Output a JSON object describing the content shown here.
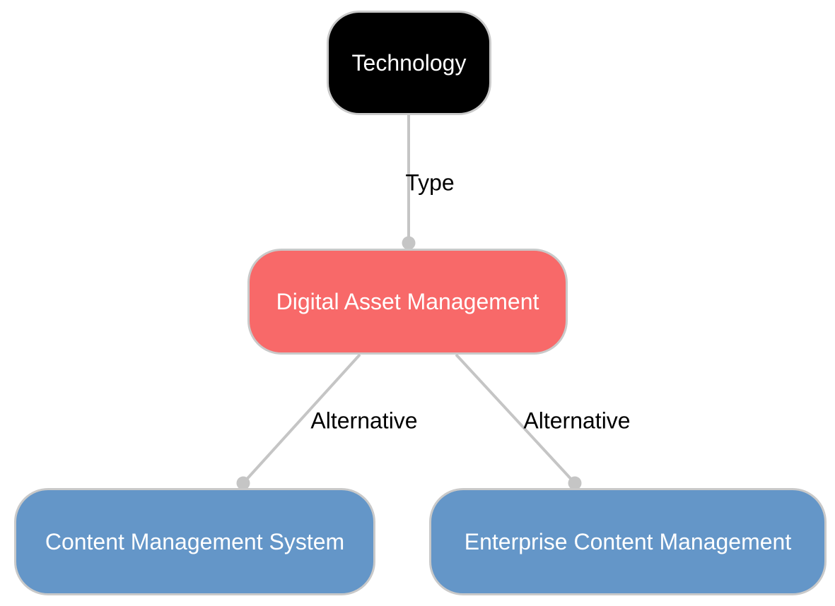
{
  "diagram": {
    "nodes": [
      {
        "id": "technology",
        "label": "Technology",
        "fill": "#000000",
        "text_color": "#ffffff"
      },
      {
        "id": "digital-asset-management",
        "label": "Digital Asset Management",
        "fill": "#f86969",
        "text_color": "#ffffff"
      },
      {
        "id": "content-management-system",
        "label": "Content Management System",
        "fill": "#6496c8",
        "text_color": "#ffffff"
      },
      {
        "id": "enterprise-content-management",
        "label": "Enterprise Content Management",
        "fill": "#6496c8",
        "text_color": "#ffffff"
      }
    ],
    "edges": [
      {
        "from": "technology",
        "to": "digital-asset-management",
        "label": "Type"
      },
      {
        "from": "digital-asset-management",
        "to": "content-management-system",
        "label": "Alternative"
      },
      {
        "from": "digital-asset-management",
        "to": "enterprise-content-management",
        "label": "Alternative"
      }
    ],
    "style": {
      "edge_color": "#c5c5c5",
      "endpoint_dot_color": "#c5c5c5",
      "node_border_color": "#c9c9c9",
      "edge_label_color": "#000000",
      "background": "#ffffff"
    }
  }
}
